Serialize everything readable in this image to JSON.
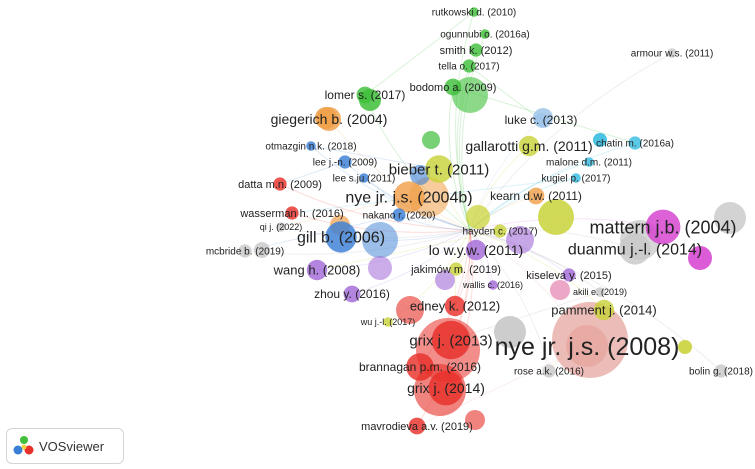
{
  "app": {
    "name": "VOSviewer"
  },
  "colors": {
    "red": "#e8302a",
    "green": "#3fbf3a",
    "blue": "#3a7fd6",
    "yellow": "#c9d33a",
    "purple": "#a26ad8",
    "cyan": "#38bde0",
    "orange": "#f0a04a",
    "pink": "#e06aa0",
    "gray": "#c8c8c8",
    "salmon": "#e6a7a0",
    "magenta": "#d63fd0",
    "lightblue": "#9fc4ea"
  },
  "nodes": [
    {
      "label": "rutkowski d. (2010)",
      "cluster": "green",
      "weight": 1
    },
    {
      "label": "ogunnubi o. (2016a)",
      "cluster": "green",
      "weight": 1
    },
    {
      "label": "smith k. (2012)",
      "cluster": "green",
      "weight": 2
    },
    {
      "label": "tella o. (2017)",
      "cluster": "green",
      "weight": 2
    },
    {
      "label": "armour w.s. (2011)",
      "cluster": "gray",
      "weight": 1
    },
    {
      "label": "lomer s. (2017)",
      "cluster": "green",
      "weight": 3
    },
    {
      "label": "bodomo a. (2009)",
      "cluster": "green",
      "weight": 3
    },
    {
      "label": "giegerich b. (2004)",
      "cluster": "orange",
      "weight": 5
    },
    {
      "label": "luke c. (2013)",
      "cluster": "lightblue",
      "weight": 2
    },
    {
      "label": "otmazgin n.k. (2018)",
      "cluster": "blue",
      "weight": 1
    },
    {
      "label": "gallarotti g.m. (2011)",
      "cluster": "yellow",
      "weight": 4
    },
    {
      "label": "chatin m. (2016a)",
      "cluster": "cyan",
      "weight": 2
    },
    {
      "label": "lee j.-n. (2009)",
      "cluster": "blue",
      "weight": 2
    },
    {
      "label": "malone d.m. (2011)",
      "cluster": "cyan",
      "weight": 1
    },
    {
      "label": "bieber t. (2011)",
      "cluster": "yellow",
      "weight": 6
    },
    {
      "label": "kugiel p. (2017)",
      "cluster": "cyan",
      "weight": 1
    },
    {
      "label": "lee s.ju (2011)",
      "cluster": "blue",
      "weight": 1
    },
    {
      "label": "datta m.n. (2009)",
      "cluster": "red",
      "weight": 2
    },
    {
      "label": "nye jr. j.s. (2004b)",
      "cluster": "orange",
      "weight": 7
    },
    {
      "label": "kearn d.w. (2011)",
      "cluster": "orange",
      "weight": 3
    },
    {
      "label": "wasserman h. (2016)",
      "cluster": "red",
      "weight": 2
    },
    {
      "label": "nakano r. (2020)",
      "cluster": "blue",
      "weight": 2
    },
    {
      "label": "mattern j.b. (2004)",
      "cluster": "magenta",
      "weight": 8
    },
    {
      "label": "qi j. (2022)",
      "cluster": "gray",
      "weight": 1
    },
    {
      "label": "hayden c. (2017)",
      "cluster": "yellow",
      "weight": 2
    },
    {
      "label": "gill b. (2006)",
      "cluster": "blue",
      "weight": 7
    },
    {
      "label": "mcbride b. (2019)",
      "cluster": "gray",
      "weight": 2
    },
    {
      "label": "lo w.y.w. (2011)",
      "cluster": "purple",
      "weight": 4
    },
    {
      "label": "duanmu j.-l. (2014)",
      "cluster": "gray",
      "weight": 7
    },
    {
      "label": "wang h. (2008)",
      "cluster": "purple",
      "weight": 4
    },
    {
      "label": "jakimów m. (2019)",
      "cluster": "yellow",
      "weight": 2
    },
    {
      "label": "kiseleva y. (2015)",
      "cluster": "purple",
      "weight": 2
    },
    {
      "label": "wallis c. (2016)",
      "cluster": "purple",
      "weight": 1
    },
    {
      "label": "akili e. (2019)",
      "cluster": "gray",
      "weight": 1
    },
    {
      "label": "zhou y. (2016)",
      "cluster": "purple",
      "weight": 3
    },
    {
      "label": "edney k. (2012)",
      "cluster": "red",
      "weight": 4
    },
    {
      "label": "pamment j. (2014)",
      "cluster": "yellow",
      "weight": 4
    },
    {
      "label": "wu j.-l. (2017)",
      "cluster": "yellow",
      "weight": 1
    },
    {
      "label": "grix j. (2013)",
      "cluster": "red",
      "weight": 9
    },
    {
      "label": "nye jr. j.s. (2008)",
      "cluster": "salmon",
      "weight": 10
    },
    {
      "label": "brannagan p.m. (2016)",
      "cluster": "red",
      "weight": 6
    },
    {
      "label": "rose a.k. (2016)",
      "cluster": "gray",
      "weight": 2
    },
    {
      "label": "bolin g. (2018)",
      "cluster": "gray",
      "weight": 2
    },
    {
      "label": "grix j. (2014)",
      "cluster": "red",
      "weight": 8
    },
    {
      "label": "mavrodieva a.v. (2019)",
      "cluster": "red",
      "weight": 3
    }
  ]
}
